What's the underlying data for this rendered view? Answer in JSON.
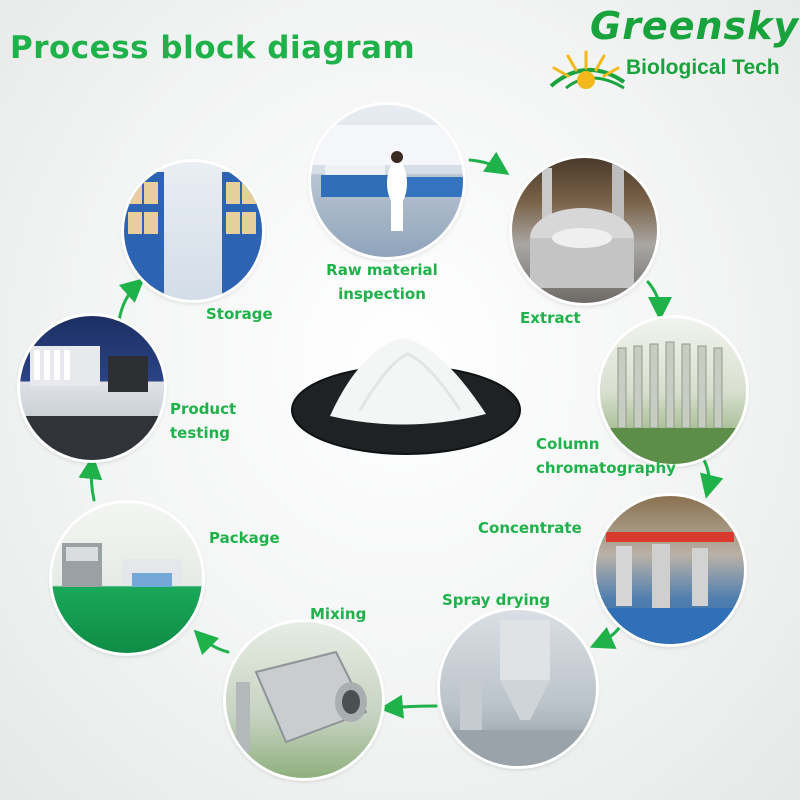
{
  "title": "Process block diagram",
  "brand": {
    "name": "Greensky",
    "subtitle": "Biological Tech",
    "color": "#18a33d",
    "sun_color": "#f2b81c"
  },
  "steps": [
    {
      "label": "Raw material inspection",
      "icon": "laboratory-photo"
    },
    {
      "label": "Extract",
      "icon": "extraction-tank-photo"
    },
    {
      "label": "Column chromatography",
      "icon": "chromatography-columns-photo"
    },
    {
      "label": "Concentrate",
      "icon": "concentration-plant-photo"
    },
    {
      "label": "Spray drying",
      "icon": "spray-dryer-photo"
    },
    {
      "label": "Mixing",
      "icon": "mixer-photo"
    },
    {
      "label": "Package",
      "icon": "packaging-room-photo"
    },
    {
      "label": "Product testing",
      "icon": "testing-lab-photo"
    },
    {
      "label": "Storage",
      "icon": "warehouse-photo"
    }
  ],
  "center_image": "white-powder-on-black-dish",
  "accent_color": "#1fb24a"
}
